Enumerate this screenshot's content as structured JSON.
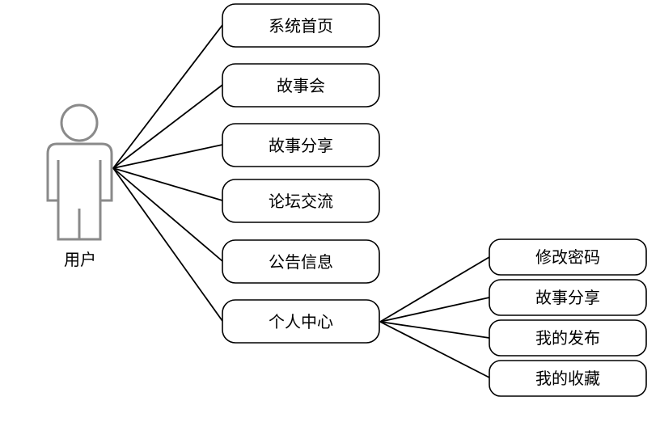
{
  "actor": {
    "label": "用户"
  },
  "menu_items": [
    {
      "id": "home",
      "label": "系统首页"
    },
    {
      "id": "story-club",
      "label": "故事会"
    },
    {
      "id": "story-share",
      "label": "故事分享"
    },
    {
      "id": "forum",
      "label": "论坛交流"
    },
    {
      "id": "notice",
      "label": "公告信息"
    },
    {
      "id": "personal-center",
      "label": "个人中心"
    }
  ],
  "personal_center_items": [
    {
      "id": "change-password",
      "label": "修改密码"
    },
    {
      "id": "my-story-share",
      "label": "故事分享"
    },
    {
      "id": "my-posts",
      "label": "我的发布"
    },
    {
      "id": "my-favorites",
      "label": "我的收藏"
    }
  ],
  "colors": {
    "stroke": "#000000",
    "actor_stroke": "#8a8a8a",
    "background": "#ffffff"
  }
}
